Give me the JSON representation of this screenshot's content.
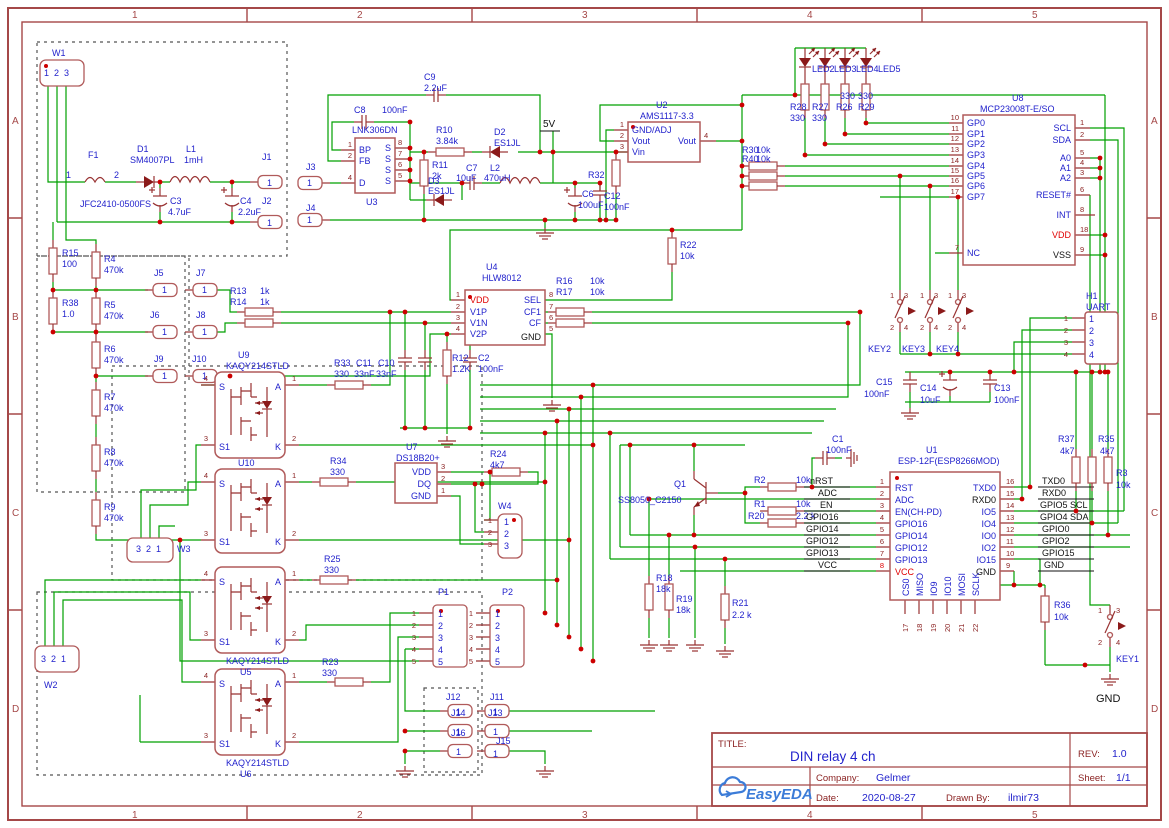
{
  "page": {
    "cols": [
      "1",
      "2",
      "3",
      "4",
      "5"
    ],
    "rows": [
      "A",
      "B",
      "C",
      "D"
    ]
  },
  "colors": {
    "wire": "#00A000",
    "outline": "#B05A5A",
    "pin_stub": "#993333",
    "junction": "#CC0000",
    "label_blue": "#2222CC",
    "pin_number": "#8B2323",
    "net_black": "#111111",
    "power_red": "#E00000",
    "frame": "#A54848"
  },
  "title_block": {
    "title_label": "TITLE:",
    "title": "DIN relay 4 ch",
    "rev_label": "REV:",
    "rev": "1.0",
    "company_label": "Company:",
    "company": "Gelmer",
    "sheet_label": "Sheet:",
    "sheet": "1/1",
    "date_label": "Date:",
    "date": "2020-08-27",
    "drawn_label": "Drawn By:",
    "drawn_by": "ilmir73",
    "logo": "EasyEDA"
  },
  "L": {
    "n1": "1",
    "n2": "2",
    "n3": "3",
    "n4": "4",
    "n5": "5",
    "n6": "6",
    "n7": "7",
    "n8": "8",
    "n9": "9",
    "n10": "10",
    "n11": "11",
    "n12": "12",
    "n13": "13",
    "n14": "14",
    "n15": "15",
    "n16": "16",
    "n17": "17",
    "n18": "18",
    "n19": "19",
    "n20": "20",
    "n21": "21",
    "n22": "22",
    "W1": "W1",
    "W2": "W2",
    "W3": "W3",
    "W4": "W4",
    "F1": "F1",
    "D1": "D1",
    "D2": "D2",
    "D3": "D3",
    "L1": "L1",
    "L2": "L2",
    "Q1": "Q1",
    "H1": "H1",
    "P1": "P1",
    "P2": "P2",
    "C1": "C1",
    "C2": "C2",
    "C3": "C3",
    "C4": "C4",
    "C6": "C6",
    "C7": "C7",
    "C8": "C8",
    "C9": "C9",
    "C10": "C10",
    "C11": "C11",
    "C12": "C12",
    "C13": "C13",
    "C14": "C14",
    "C15": "C15",
    "J1": "J1",
    "J2": "J2",
    "J3": "J3",
    "J4": "J4",
    "J5": "J5",
    "J6": "J6",
    "J7": "J7",
    "J8": "J8",
    "J9": "J9",
    "J10": "J10",
    "J11": "J11",
    "J12": "J12",
    "J13": "J13",
    "J14": "J14",
    "J15": "J15",
    "J16": "J16",
    "R1": "R1",
    "R2": "R2",
    "R3": "R3",
    "R4": "R4",
    "R5": "R5",
    "R6": "R6",
    "R7": "R7",
    "R8": "R8",
    "R9": "R9",
    "R10": "R10",
    "R11": "R11",
    "R12": "R12",
    "R13": "R13",
    "R14": "R14",
    "R15": "R15",
    "R16": "R16",
    "R17": "R17",
    "R18": "R18",
    "R19": "R19",
    "R20": "R20",
    "R21": "R21",
    "R22": "R22",
    "R23": "R23",
    "R24": "R24",
    "R25": "R25",
    "R26": "R26",
    "R27": "R27",
    "R28": "R28",
    "R29": "R29",
    "R30": "R30",
    "R32": "R32",
    "R33": "R33",
    "R34": "R34",
    "R35": "R35",
    "R36": "R36",
    "R37": "R37",
    "R38": "R38",
    "R40": "R40",
    "U1": "U1",
    "U2": "U2",
    "U3": "U3",
    "U4": "U4",
    "U5": "U5",
    "U6": "U6",
    "U7": "U7",
    "U8": "U8",
    "U9": "U9",
    "U10": "U10",
    "KEY1": "KEY1",
    "KEY2": "KEY2",
    "KEY3": "KEY3",
    "KEY4": "KEY4",
    "LED2": "LED2",
    "LED3": "LED3",
    "LED4": "LED4",
    "LED5": "LED5",
    "v100": "100",
    "v1_0": "1.0",
    "v470k": "470k",
    "v330": "330",
    "v10k": "10k",
    "v1k": "1k",
    "v1_2K": "1.2K",
    "v100nF": "100nF",
    "v33nF": "33nF",
    "v2_2uF": "2.2uF",
    "v4_7uF": "4.7uF",
    "v10uF": "10uF",
    "v100uF": "100uF",
    "v1mH": "1mH",
    "v470uH": "470uH",
    "v3_84k": "3.84k",
    "v2k": "2k",
    "v4k7": "4k7",
    "v18k": "18k",
    "v2_2k": "2.2 k",
    "v5V": "5V",
    "sm4007": "SM4007PL",
    "jfc": "JFC2410-0500FS",
    "lnk": "LNK306DN",
    "ams": "AMS1117-3.3",
    "mcp": "MCP23008T-E/SO",
    "hlw": "HLW8012",
    "ds18": "DS18B20+",
    "esp": "ESP-12F(ESP8266MOD)",
    "ss8050": "SS8050_C2150",
    "kaqy": "KAQY214STLD",
    "uart": "UART",
    "es1jl": "ES1JL",
    "BP": "BP",
    "FB": "FB",
    "Dp": "D",
    "S": "S",
    "S1": "S1",
    "A": "A",
    "K": "K",
    "gnd_adj": "GND/ADJ",
    "Vout": "Vout",
    "Vin": "Vin",
    "GP0": "GP0",
    "GP1": "GP1",
    "GP2": "GP2",
    "GP3": "GP3",
    "GP4": "GP4",
    "GP5": "GP5",
    "GP6": "GP6",
    "GP7": "GP7",
    "SCL": "SCL",
    "SDA": "SDA",
    "A0": "A0",
    "A1": "A1",
    "A2": "A2",
    "RESETn": "RESET#",
    "INT": "INT",
    "VDD": "VDD",
    "VSS": "VSS",
    "NC": "NC",
    "SEL": "SEL",
    "CF1": "CF1",
    "CF": "CF",
    "GND": "GND",
    "V1P": "V1P",
    "V1N": "V1N",
    "V2P": "V2P",
    "DQ": "DQ",
    "RST": "RST",
    "ADC": "ADC",
    "ENCHPD": "EN(CH-PD)",
    "GPIO16": "GPIO16",
    "GPIO14": "GPIO14",
    "GPIO12": "GPIO12",
    "GPIO13": "GPIO13",
    "VCC": "VCC",
    "TXD0": "TXD0",
    "RXD0": "RXD0",
    "IO5": "IO5",
    "IO4": "IO4",
    "IO0": "IO0",
    "IO2": "IO2",
    "IO15": "IO15",
    "CS0": "CS0",
    "MISO": "MISO",
    "IO9": "IO9",
    "IO10": "IO10",
    "MOSI": "MOSI",
    "SCLK": "SCLK",
    "nRST": "nRST",
    "EN": "EN",
    "gpio5scl": "GPIO5 SCL",
    "gpio4sda": "GPIO4 SDA",
    "GPIO0": "GPIO0",
    "GPIO2": "GPIO2",
    "GPIO15": "GPIO15"
  }
}
